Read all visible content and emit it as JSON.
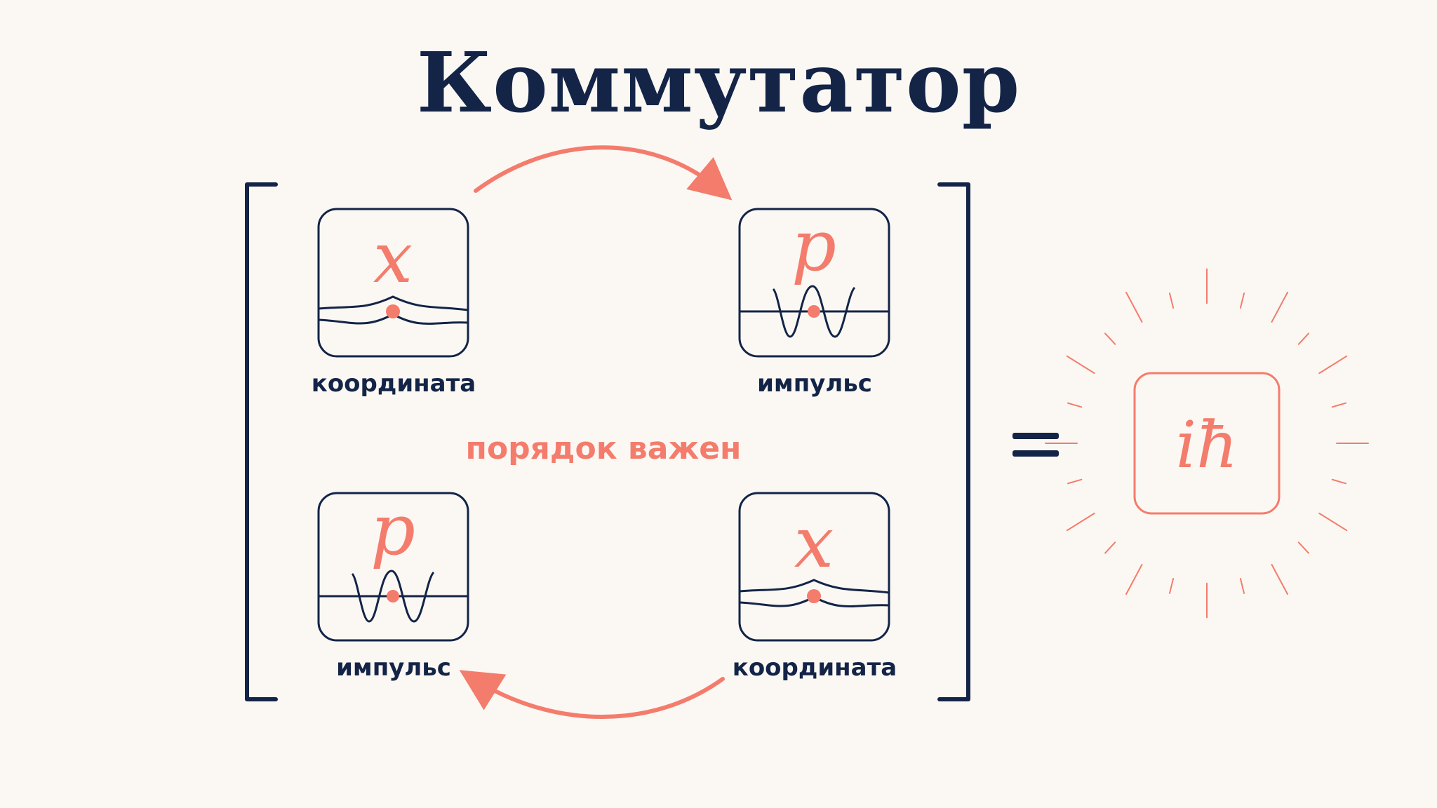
{
  "title": "Коммутатор",
  "colors": {
    "navy": "#132447",
    "coral": "#f47c6c",
    "background": "#fbf8f4"
  },
  "cards": [
    {
      "symbol": "x",
      "label": "координата",
      "wave": "position-wave-icon"
    },
    {
      "symbol": "p",
      "label": "импульс",
      "wave": "momentum-wave-icon"
    },
    {
      "symbol": "p",
      "label": "импульс",
      "wave": "momentum-wave-icon"
    },
    {
      "symbol": "x",
      "label": "координата",
      "wave": "position-wave-icon"
    }
  ],
  "order_note": "порядок важен",
  "result": "iħ"
}
